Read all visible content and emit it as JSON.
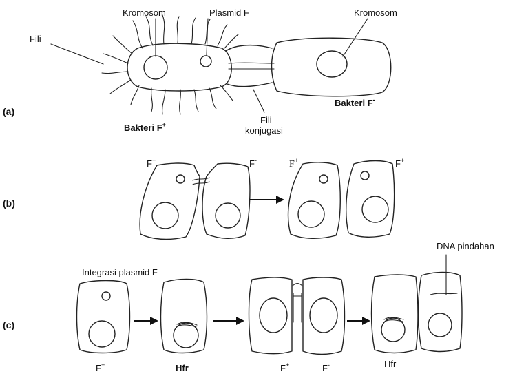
{
  "part_a": {
    "tag": "(a)",
    "fili": "Fili",
    "kromosom_left": "Kromosom",
    "plasmid": "Plasmid F",
    "kromosom_right": "Kromosom",
    "donor_text": "Bakteri F",
    "donor_sup": "+",
    "recipient_text": "Bakteri F",
    "recipient_sup": "-",
    "pilus_line1": "Fili",
    "pilus_line2": "konjugasi"
  },
  "part_b": {
    "tag": "(b)",
    "f_plus_1_text": "F",
    "f_plus_1_sup": "+",
    "f_minus_text": "F",
    "f_minus_sup": "-",
    "f_plus_2_text": "F",
    "f_plus_2_sup": "+",
    "f_plus_3_text": "F",
    "f_plus_3_sup": "+"
  },
  "part_c": {
    "tag": "(c)",
    "integration": "Integrasi plasmid F",
    "dna_transfer": "DNA pindahan",
    "f_plus_1_text": "F",
    "f_plus_1_sup": "+",
    "hfr_1": "Hfr",
    "f_plus_2_text": "F",
    "f_plus_2_sup": "+",
    "f_minus_text": "F",
    "f_minus_sup": "-",
    "hfr_2": "Hfr"
  },
  "colors": {
    "ink": "#222222",
    "background": "#ffffff"
  }
}
